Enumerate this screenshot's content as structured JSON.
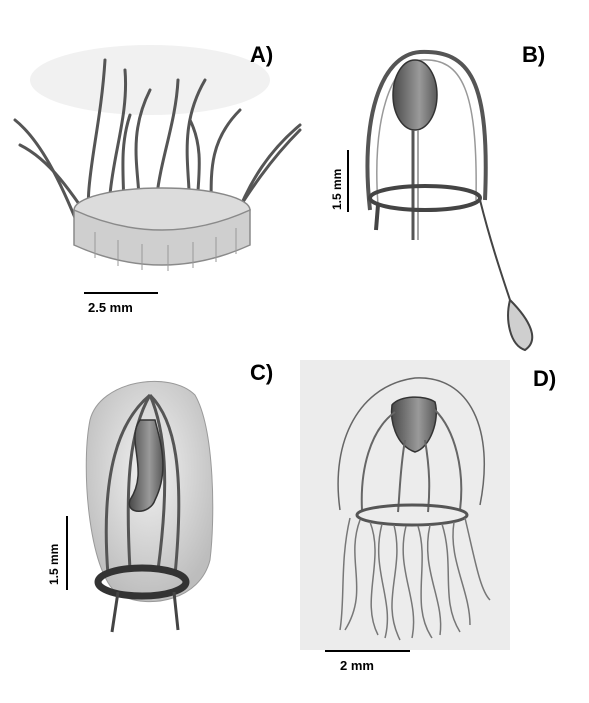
{
  "panels": {
    "a": {
      "label": "A)",
      "scale": "2.5 mm"
    },
    "b": {
      "label": "B)",
      "scale": "1.5 mm"
    },
    "c": {
      "label": "C)",
      "scale": "1.5 mm"
    },
    "d": {
      "label": "D)",
      "scale": "2 mm"
    }
  },
  "colors": {
    "ink": "#000000",
    "shade": "#8c8c8c",
    "paper": "#ececec"
  }
}
